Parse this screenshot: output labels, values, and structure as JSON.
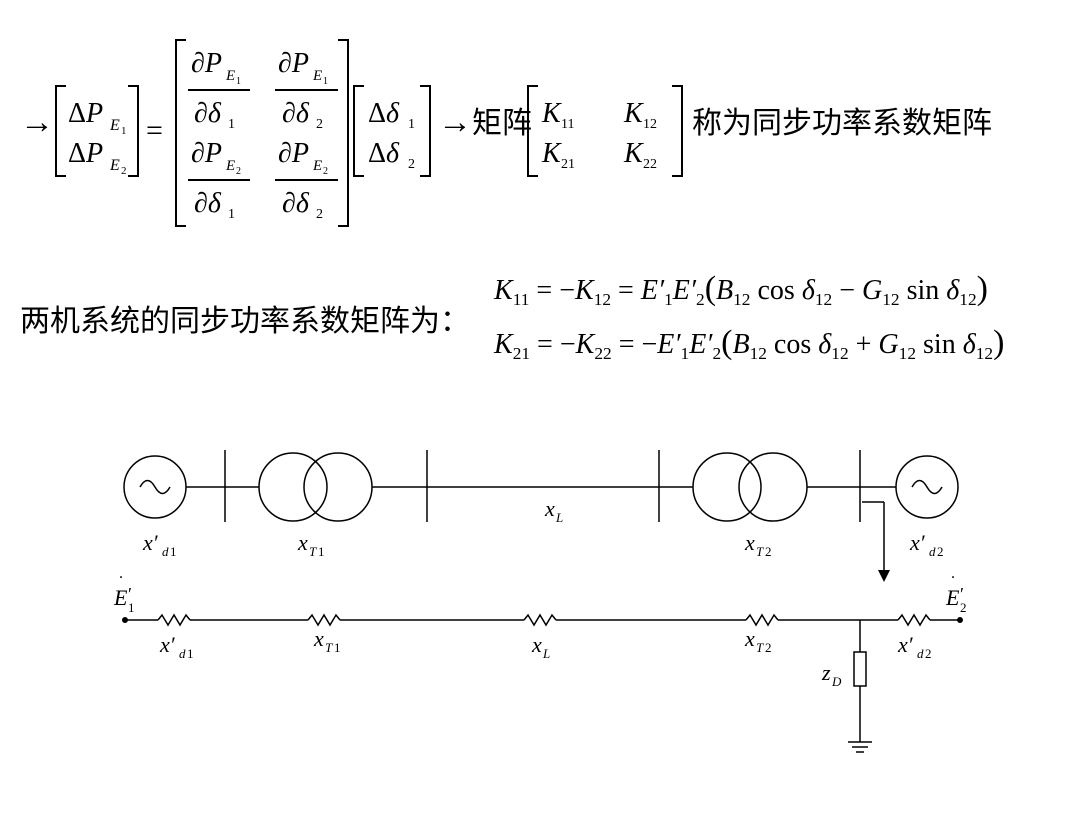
{
  "equation_top": {
    "arrow1": "→",
    "arrow2": "→",
    "matrix_word": "矩阵",
    "tail_text": "称为同步功率系数矩阵",
    "eq_sign": "=",
    "lhs": [
      "ΔP",
      "ΔP"
    ],
    "lhs_sub": [
      "E",
      "E"
    ],
    "lhs_subsub": [
      "1",
      "2"
    ],
    "partial": "∂P",
    "partial_den": "∂δ",
    "rhs": [
      "Δδ",
      "Δδ"
    ],
    "K": [
      [
        "K",
        "K"
      ],
      [
        "K",
        "K"
      ]
    ],
    "K_sub": [
      [
        "11",
        "12"
      ],
      [
        "21",
        "22"
      ]
    ]
  },
  "equation_mid": {
    "label": "两机系统的同步功率系数矩阵为：",
    "line1": "K₁₁ = −K₁₂ = E′₁E′₂ (B₁₂ cos δ₁₂ − G₁₂ sin δ₁₂)",
    "line2": "K₂₁ = −K₂₂ = −E′₁E′₂ (B₁₂ cos δ₁₂ + G₁₂ sin δ₁₂)"
  },
  "diagram": {
    "labels_top": [
      "x′d1",
      "xT1",
      "xL",
      "xT2",
      "x′d2"
    ],
    "labels_bottom": [
      "E′1",
      "x′d1",
      "xT1",
      "xL",
      "xT2",
      "x′d2",
      "E′2",
      "zD"
    ]
  }
}
